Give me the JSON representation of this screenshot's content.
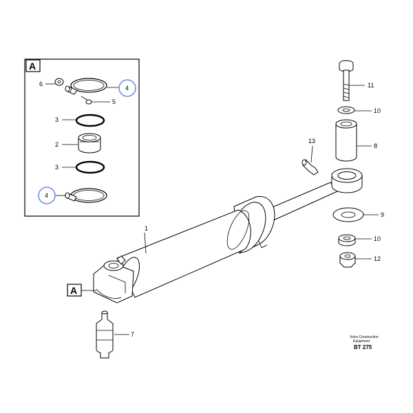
{
  "detail": {
    "label": "A"
  },
  "callout_label": "A",
  "part_numbers": {
    "p1": "1",
    "p2": "2",
    "p3a": "3",
    "p3b": "3",
    "p4a": "4",
    "p4b": "4",
    "p5": "5",
    "p6": "6",
    "p7": "7",
    "p8": "8",
    "p9": "9",
    "p10a": "10",
    "p10b": "10",
    "p11": "11",
    "p12": "12",
    "p13": "13"
  },
  "footer": {
    "brand_line1": "Volvo Construction",
    "brand_line2": "Equipment",
    "code": "BT 275"
  },
  "colors": {
    "highlight": "#6b8fd6",
    "line": "#000000"
  }
}
